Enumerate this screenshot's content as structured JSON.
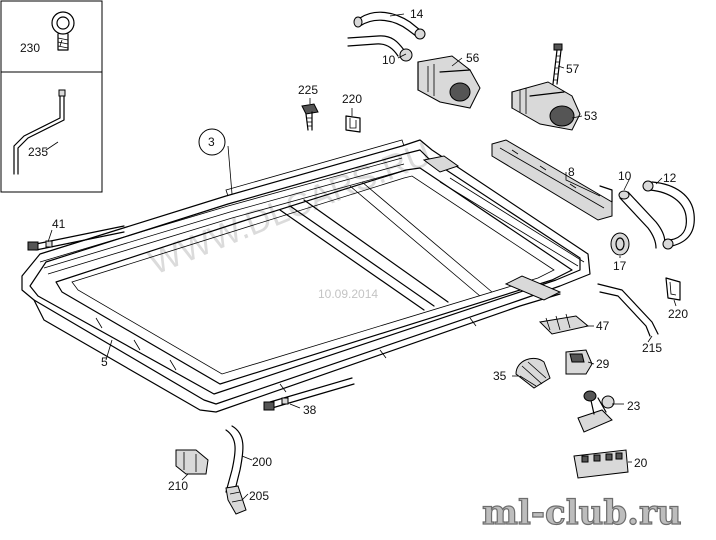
{
  "labels": {
    "p230": "230",
    "p235": "235",
    "p14": "14",
    "p10a": "10",
    "p56": "56",
    "p57": "57",
    "p225": "225",
    "p220a": "220",
    "p53": "53",
    "p3": "3",
    "p8": "8",
    "p10b": "10",
    "p12": "12",
    "p41": "41",
    "p17": "17",
    "p220b": "220",
    "p47": "47",
    "p215": "215",
    "p5": "5",
    "p35": "35",
    "p29": "29",
    "p23": "23",
    "p38": "38",
    "p200": "200",
    "p210": "210",
    "p20": "20",
    "p205": "205"
  },
  "watermark": {
    "site": "WWW.DLCARS.RU",
    "date": "10.09.2014"
  },
  "logo_text": "ml-club.ru"
}
